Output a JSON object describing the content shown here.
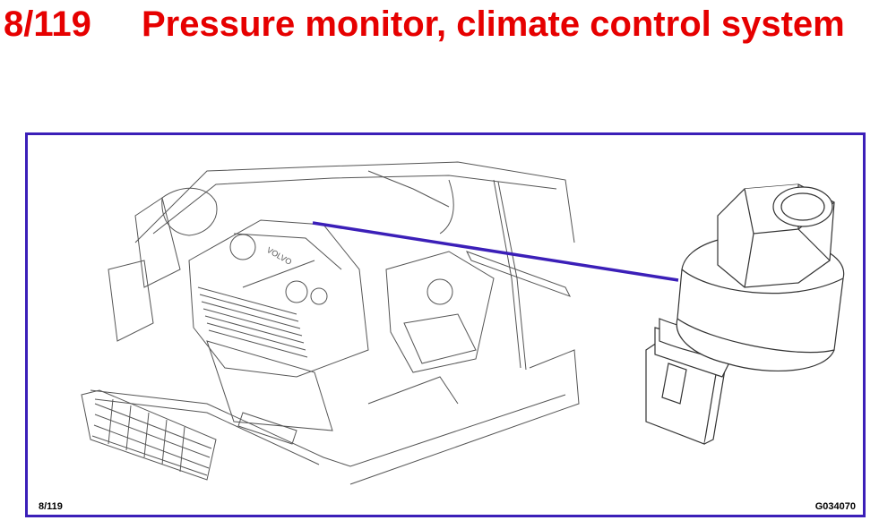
{
  "header": {
    "number": "8/119",
    "title": "Pressure monitor, climate control system"
  },
  "figure": {
    "label_left": "8/119",
    "label_right": "G034070",
    "engine_badge": "VOLVO",
    "accent_color": "#3b1fb8",
    "title_color": "#e60000"
  }
}
